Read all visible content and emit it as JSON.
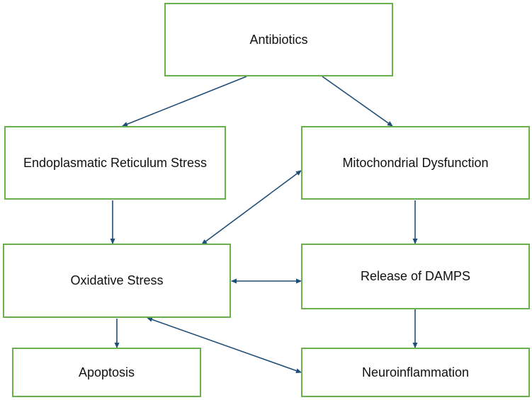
{
  "diagram": {
    "nodes": {
      "antibiotics": "Antibiotics",
      "er_stress": "Endoplasmatic Reticulum Stress",
      "mitochondrial": "Mitochondrial Dysfunction",
      "oxidative": "Oxidative Stress",
      "damps": "Release of DAMPS",
      "apoptosis": "Apoptosis",
      "neuroinflammation": "Neuroinflammation"
    },
    "edges": [
      {
        "from": "antibiotics",
        "to": "er_stress",
        "direction": "forward"
      },
      {
        "from": "antibiotics",
        "to": "mitochondrial",
        "direction": "forward"
      },
      {
        "from": "er_stress",
        "to": "oxidative",
        "direction": "forward"
      },
      {
        "from": "mitochondrial",
        "to": "oxidative",
        "direction": "both"
      },
      {
        "from": "mitochondrial",
        "to": "damps",
        "direction": "forward"
      },
      {
        "from": "oxidative",
        "to": "damps",
        "direction": "both"
      },
      {
        "from": "damps",
        "to": "neuroinflammation",
        "direction": "forward"
      },
      {
        "from": "oxidative",
        "to": "apoptosis",
        "direction": "forward"
      },
      {
        "from": "oxidative",
        "to": "neuroinflammation",
        "direction": "both"
      }
    ],
    "colors": {
      "box_border": "#6ab04c",
      "arrow": "#1f4e79",
      "text": "#111111"
    }
  }
}
